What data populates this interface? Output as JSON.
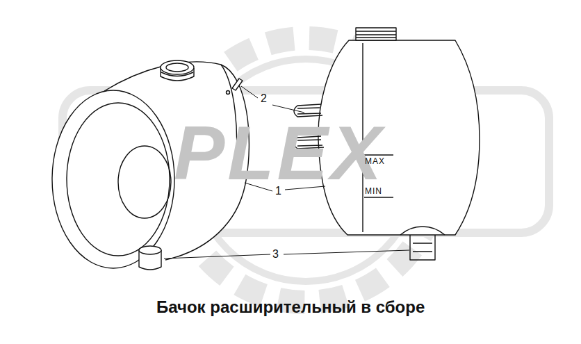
{
  "diagram": {
    "caption": "Бачок расширительный в сборе",
    "labels": [
      "2",
      "1",
      "3",
      "MAX",
      "MIN",
      "PLEX"
    ]
  }
}
